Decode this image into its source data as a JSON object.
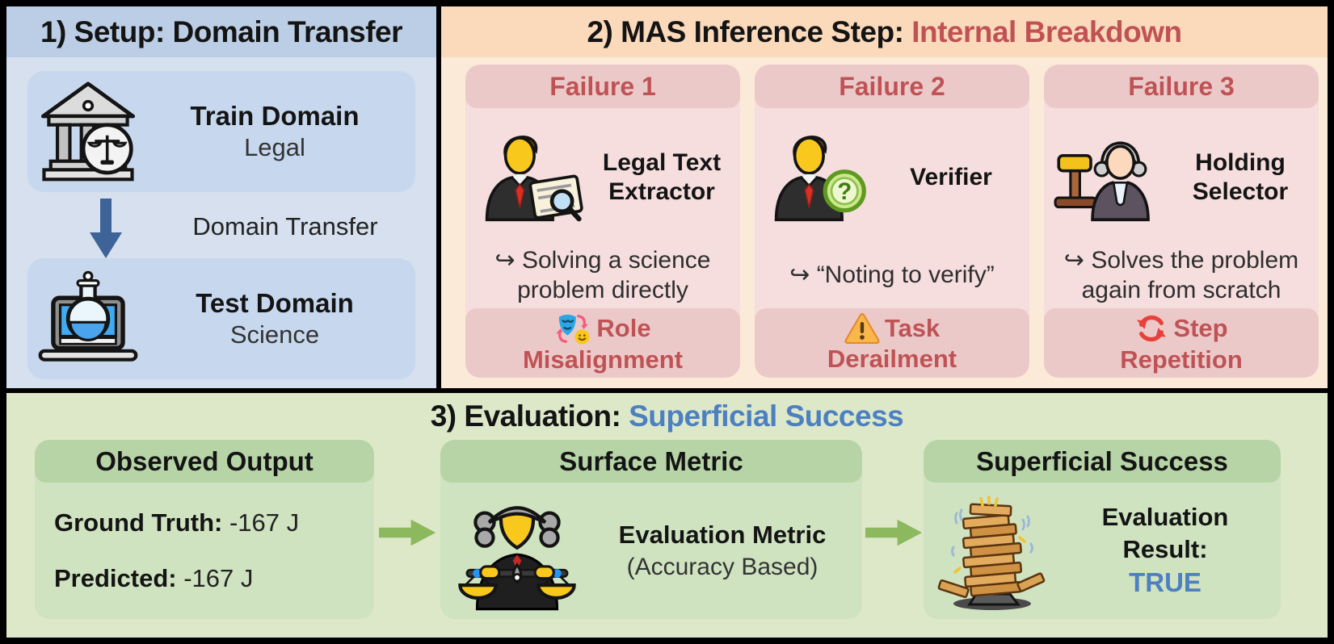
{
  "panels": {
    "setup": {
      "title": "1) Setup: Domain Transfer",
      "train": {
        "label": "Train Domain",
        "domain": "Legal",
        "icon": "courthouse-icon"
      },
      "transfer_label": "Domain Transfer",
      "transfer_icon": "down-arrow-icon",
      "test": {
        "label": "Test Domain",
        "domain": "Science",
        "icon": "laptop-flask-icon"
      }
    },
    "inference": {
      "title_prefix": "2) MAS Inference Step: ",
      "title_highlight": "Internal Breakdown",
      "failures": [
        {
          "header": "Failure 1",
          "agent_icon": "businessman-document-magnifier-icon",
          "agent_line1": "Legal Text",
          "agent_line2": "Extractor",
          "note_line1": "↪ Solving a science",
          "note_line2": "problem directly",
          "tag_icon": "role-swap-mask-icon",
          "tag_line1": "Role",
          "tag_line2": "Misalignment"
        },
        {
          "header": "Failure 2",
          "agent_icon": "businessman-question-badge-icon",
          "agent_line1": "Verifier",
          "agent_line2": "",
          "note_line1": "↪ “Noting to verify”",
          "note_line2": "",
          "tag_icon": "warning-triangle-icon",
          "tag_line1": "Task",
          "tag_line2": "Derailment"
        },
        {
          "header": "Failure 3",
          "agent_icon": "judge-gavel-icon",
          "agent_line1": "Holding",
          "agent_line2": "Selector",
          "note_line1": "↪ Solves the problem",
          "note_line2": "again from scratch",
          "tag_icon": "repeat-arrows-icon",
          "tag_line1": "Step",
          "tag_line2": "Repetition"
        }
      ]
    },
    "evaluation": {
      "title_prefix": "3) Evaluation: ",
      "title_highlight": "Superficial Success",
      "observed": {
        "title": "Observed Output",
        "rows": [
          {
            "label": "Ground Truth:",
            "value": " -167 J"
          },
          {
            "label": "Predicted:",
            "value": " -167 J"
          }
        ]
      },
      "surface": {
        "title": "Surface Metric",
        "icon": "judge-scales-icon",
        "line1": "Evaluation Metric",
        "line2": "(Accuracy Based)"
      },
      "superficial": {
        "title": "Superficial Success",
        "icon": "jenga-tower-icon",
        "line1": "Evaluation Result:",
        "line2": "TRUE"
      },
      "flow_icon": "right-arrow-icon"
    }
  },
  "colors": {
    "setup_header": "#bccee5",
    "setup_body": "#d6e0ee",
    "setup_card": "#c7d8ee",
    "setup_arrow": "#3d6399",
    "inference_header": "#fbd9bb",
    "inference_body": "#fcead8",
    "failure_band": "#ecc9c9",
    "failure_body": "#f5dedd",
    "failure_red": "#bf5254",
    "eval_panel": "#dde8c9",
    "eval_box_header": "#b6d4a6",
    "eval_box_body": "#cfe3c0",
    "eval_arrow": "#8cb85e",
    "accent_blue": "#4d80c1"
  }
}
